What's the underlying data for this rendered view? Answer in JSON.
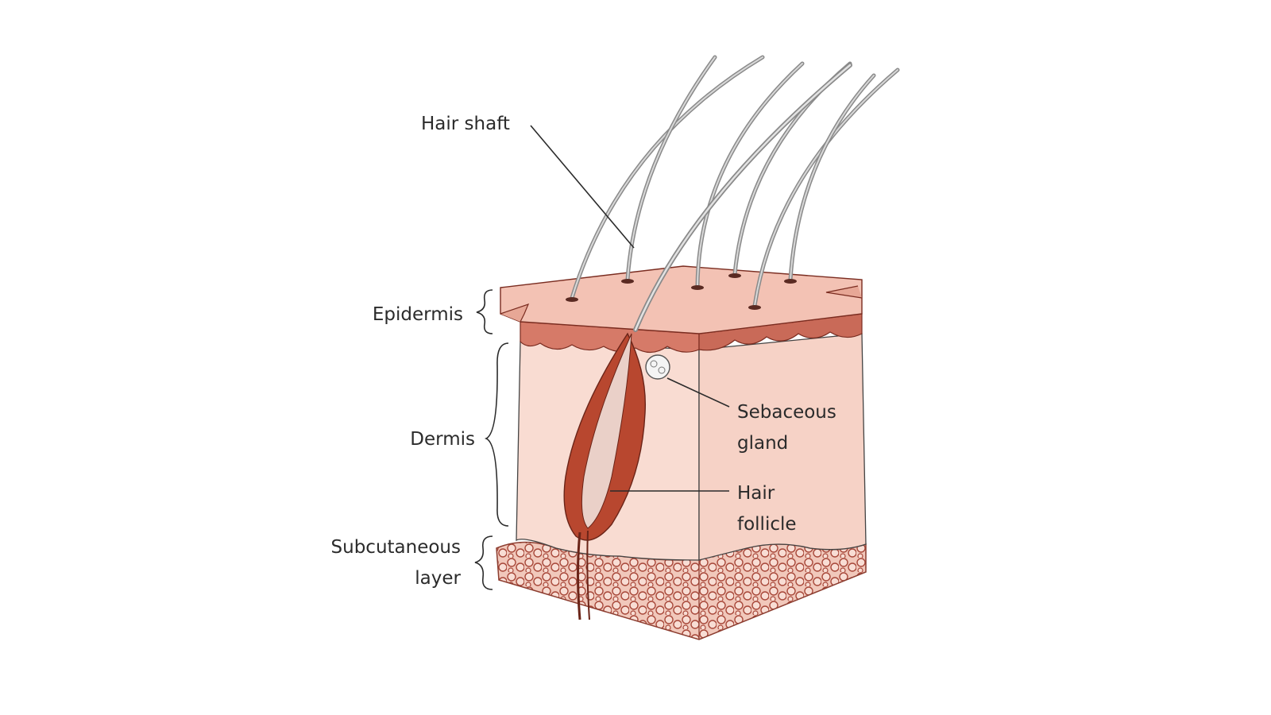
{
  "labels": {
    "hair_shaft": "Hair shaft",
    "epidermis": "Epidermis",
    "dermis": "Dermis",
    "subcutaneous_line1": "Subcutaneous",
    "subcutaneous_line2": "layer",
    "sebaceous_line1": "Sebaceous",
    "sebaceous_line2": "gland",
    "follicle_line1": "Hair",
    "follicle_line2": "follicle"
  },
  "colors": {
    "epidermis_top": "#f3c2b4",
    "epidermis_band": "#d67a68",
    "dermis": "#f9dcd2",
    "dermis_side": "#f6d2c6",
    "follicle": "#b8472f",
    "subcutaneous": "#f1c8bb",
    "fat_cell_stroke": "#a8483a",
    "hair": "#8a8a8a",
    "leader_line": "#2b2b2b"
  }
}
